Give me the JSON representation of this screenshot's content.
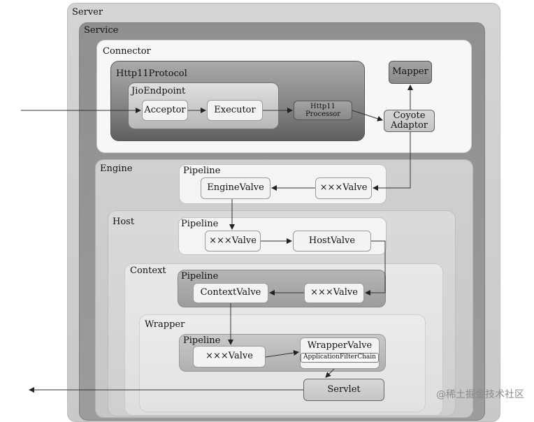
{
  "containers": {
    "server": "Server",
    "service": "Service",
    "connector": "Connector",
    "http11_protocol": "Http11Protocol",
    "jio_endpoint": "JioEndpoint",
    "engine": "Engine",
    "host": "Host",
    "context": "Context",
    "wrapper": "Wrapper"
  },
  "pipelines": {
    "engine": "Pipeline",
    "host": "Pipeline",
    "context": "Pipeline",
    "wrapper": "Pipeline"
  },
  "nodes": {
    "acceptor": "Acceptor",
    "executor": "Executor",
    "http11_processor": "Http11 Processor",
    "mapper": "Mapper",
    "coyote_adaptor": "Coyote Adaptor",
    "engine_valve": "EngineValve",
    "engine_xxx_valve": "×××Valve",
    "host_xxx_valve": "×××Valve",
    "host_valve": "HostValve",
    "context_valve": "ContextValve",
    "context_xxx_valve": "×××Valve",
    "wrapper_xxx_valve": "×××Valve",
    "wrapper_valve": "WrapperValve",
    "application_filter_chain": "ApplicationFilterChain",
    "servlet": "Servlet"
  },
  "watermark": "@稀土掘金技术社区"
}
